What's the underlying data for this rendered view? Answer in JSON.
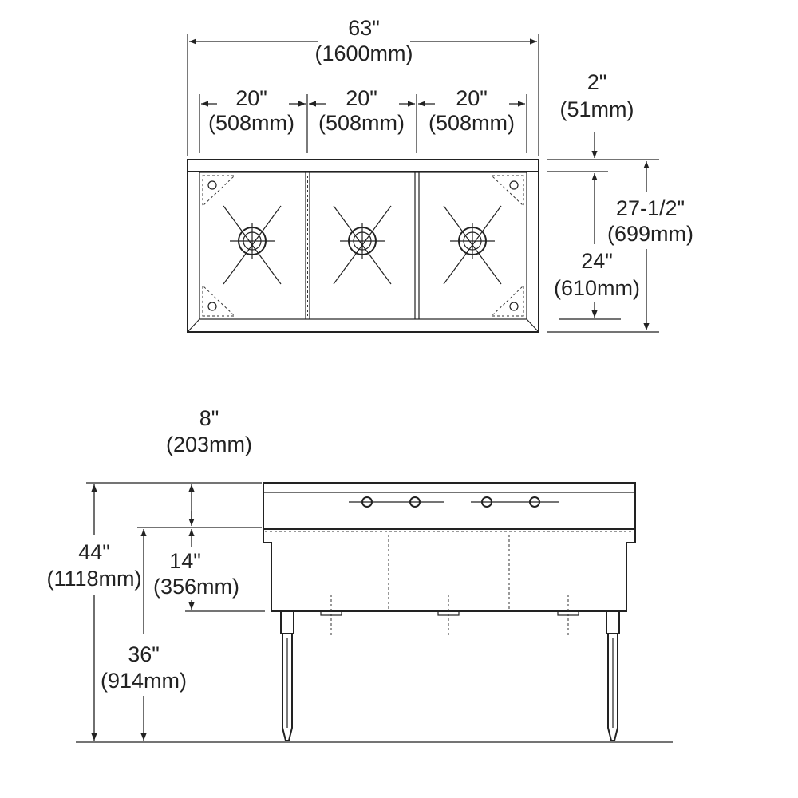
{
  "top_view": {
    "overall_width": {
      "imperial": "63\"",
      "metric": "(1600mm)"
    },
    "compartment_widths": [
      {
        "imperial": "20\"",
        "metric": "(508mm)"
      },
      {
        "imperial": "20\"",
        "metric": "(508mm)"
      },
      {
        "imperial": "20\"",
        "metric": "(508mm)"
      }
    ],
    "backsplash_depth": {
      "imperial": "2\"",
      "metric": "(51mm)"
    },
    "overall_depth": {
      "imperial": "27-1/2\"",
      "metric": "(699mm)"
    },
    "bowl_depth": {
      "imperial": "24\"",
      "metric": "(610mm)"
    }
  },
  "front_view": {
    "backsplash_height": {
      "imperial": "8\"",
      "metric": "(203mm)"
    },
    "overall_height": {
      "imperial": "44\"",
      "metric": "(1118mm)"
    },
    "bowl_height": {
      "imperial": "14\"",
      "metric": "(356mm)"
    },
    "rim_height": {
      "imperial": "36\"",
      "metric": "(914mm)"
    }
  }
}
